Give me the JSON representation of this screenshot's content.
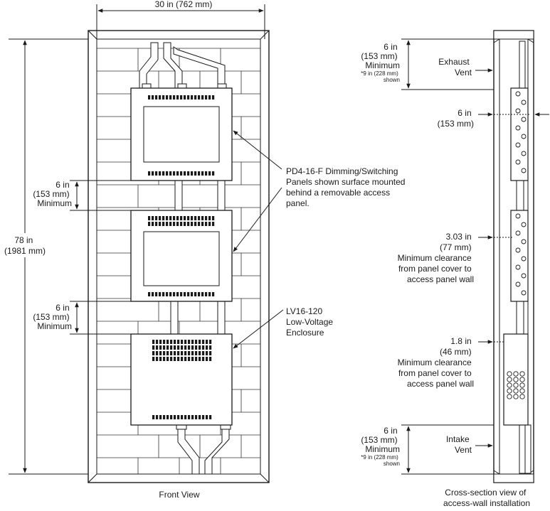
{
  "front_view": {
    "caption": "Front View",
    "width_dim": "30 in (762 mm)",
    "height_dim": [
      "78 in",
      "(1981 mm)"
    ],
    "gap1": [
      "6 in",
      "(153 mm)",
      "Minimum"
    ],
    "gap2": [
      "6 in",
      "(153 mm)",
      "Minimum"
    ],
    "callout_panels": [
      "PD4-16-F Dimming/Switching",
      "Panels shown surface mounted",
      "behind a removable access",
      "panel."
    ],
    "callout_enclosure": [
      "LV16-120",
      "Low-Voltage",
      "Enclosure"
    ]
  },
  "cross_section": {
    "caption": [
      "Cross-section view of",
      "access-wall installation"
    ],
    "top_dim": [
      "6 in",
      "(153 mm)",
      "Minimum"
    ],
    "top_note": [
      "*9 in (228 mm)",
      "shown"
    ],
    "exhaust": [
      "Exhaust",
      "Vent"
    ],
    "upper_clear": [
      "6 in",
      "(153 mm)"
    ],
    "mid_clear": [
      "3.03 in",
      "(77 mm)",
      "Minimum clearance",
      "from panel cover to",
      "access panel wall"
    ],
    "low_clear": [
      "1.8 in",
      "(46 mm)",
      "Minimum clearance",
      "from panel cover to",
      "access panel wall"
    ],
    "bottom_dim": [
      "6 in",
      "(153 mm)",
      "Minimum"
    ],
    "bottom_note": [
      "*9 in (228 mm)",
      "shown"
    ],
    "intake": [
      "Intake",
      "Vent"
    ]
  }
}
